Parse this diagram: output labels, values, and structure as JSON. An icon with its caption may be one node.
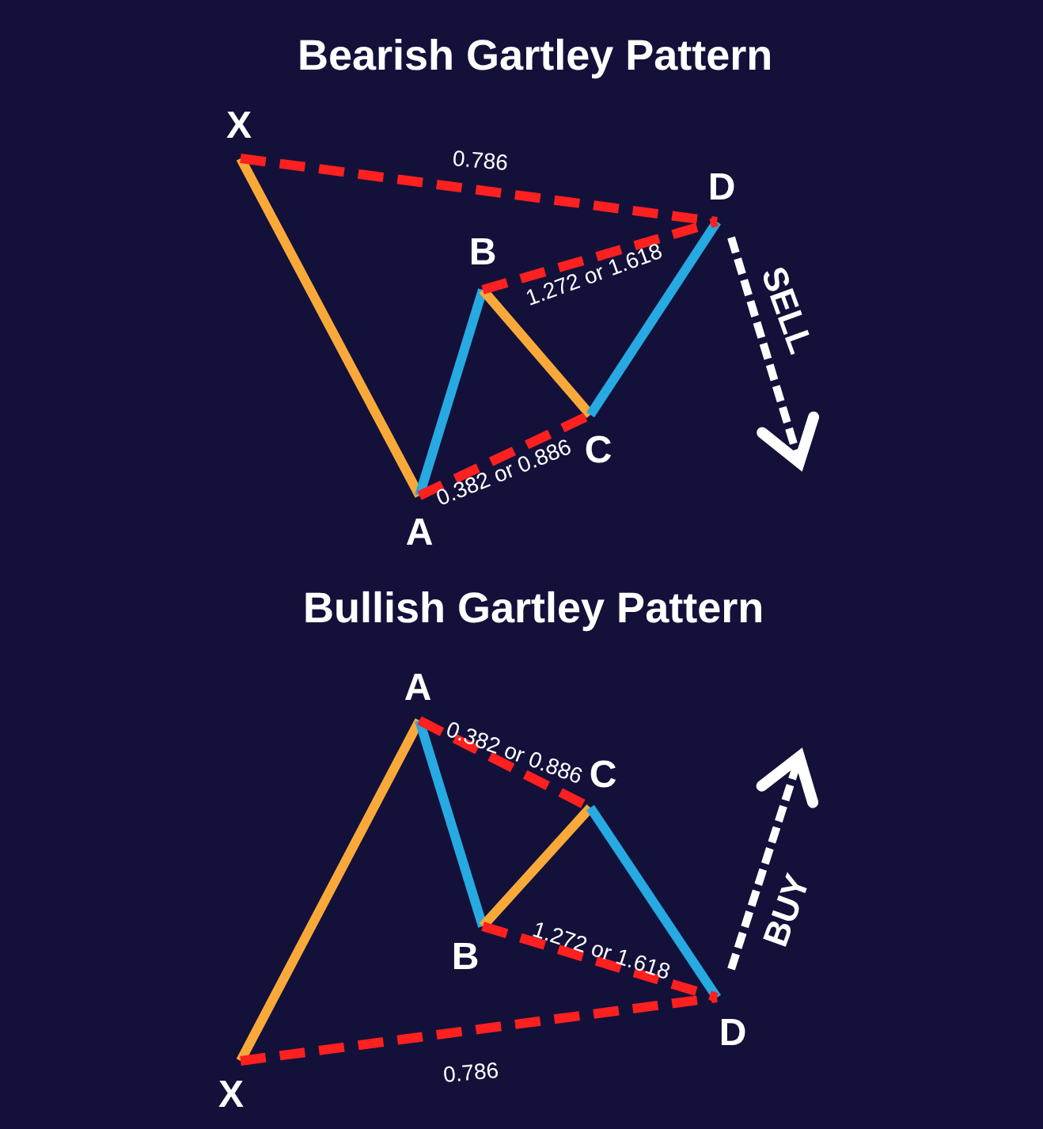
{
  "diagram": {
    "nodes": [
      {
        "text": [
          "X"
        ]
      },
      {
        "text": [
          "A"
        ]
      },
      {
        "text": [
          "B"
        ]
      },
      {
        "text": [
          "C"
        ]
      },
      {
        "text": [
          "D"
        ]
      },
      {
        "text": [
          "A"
        ]
      },
      {
        "text": [
          "C"
        ]
      },
      {
        "text": [
          "B"
        ]
      },
      {
        "text": [
          "D"
        ]
      },
      {
        "text": [
          "X"
        ]
      }
    ],
    "edges": [
      {
        "from": 0,
        "to": 1,
        "arrow": "none",
        "color": "#f9a93a"
      },
      {
        "from": 1,
        "to": 2,
        "arrow": "none",
        "color": "#27a9e1"
      },
      {
        "from": 2,
        "to": 3,
        "arrow": "none",
        "color": "#f9a93a"
      },
      {
        "from": 3,
        "to": 4,
        "arrow": "none",
        "color": "#27a9e1"
      },
      {
        "from": 0,
        "to": 4,
        "arrow": "none",
        "style": "dashed",
        "label": "0.786"
      },
      {
        "from": 2,
        "to": 4,
        "arrow": "none",
        "style": "dashed",
        "label": "1.272 or 1.618"
      },
      {
        "from": 1,
        "to": 3,
        "arrow": "none",
        "style": "dashed",
        "label": "0.382 or 0.886"
      },
      {
        "from": 9,
        "to": 5,
        "arrow": "none",
        "color": "#f9a93a"
      },
      {
        "from": 5,
        "to": 7,
        "arrow": "none",
        "color": "#27a9e1"
      },
      {
        "from": 7,
        "to": 6,
        "arrow": "none",
        "color": "#f9a93a"
      },
      {
        "from": 6,
        "to": 8,
        "arrow": "none",
        "color": "#27a9e1"
      },
      {
        "from": 5,
        "to": 6,
        "arrow": "none",
        "style": "dashed",
        "label": "0.382 or 0.886"
      },
      {
        "from": 7,
        "to": 8,
        "arrow": "none",
        "style": "dashed",
        "label": "1.272 or 1.618"
      },
      {
        "from": 9,
        "to": 8,
        "arrow": "none",
        "style": "dashed",
        "label": "0.786"
      }
    ],
    "labels": [
      "Bearish Gartley Pattern",
      "SELL",
      "Bullish Gartley Pattern",
      "BUY"
    ]
  }
}
